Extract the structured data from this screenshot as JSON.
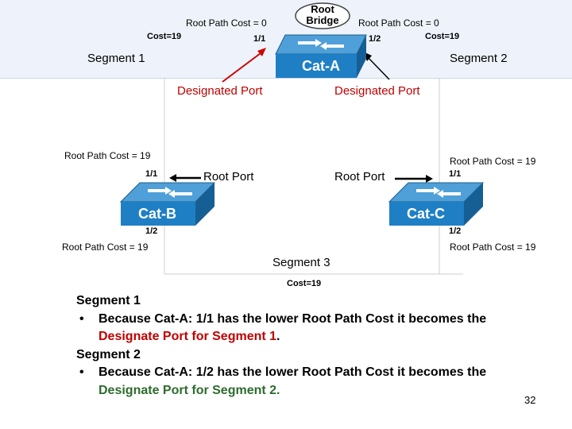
{
  "title_label": "Root Bridge",
  "switches": {
    "a": {
      "name": "Cat-A"
    },
    "b": {
      "name": "Cat-B"
    },
    "c": {
      "name": "Cat-C"
    }
  },
  "costs": {
    "a_left_cost": "Cost=19",
    "a_right_cost": "Cost=19",
    "seg3_cost": "Cost=19"
  },
  "ports": {
    "a_p1": "1/1",
    "a_p2": "1/2",
    "b_p1": "1/1",
    "b_p2": "1/2",
    "c_p1": "1/1",
    "c_p2": "1/2"
  },
  "root_path_costs": {
    "a_left": "Root Path Cost = 0",
    "a_right": "Root Path Cost = 0",
    "b_top": "Root Path Cost = 19",
    "b_bottom": "Root Path Cost = 19",
    "c_top": "Root Path Cost = 19",
    "c_bottom": "Root Path Cost = 19"
  },
  "segments": {
    "seg1": "Segment 1",
    "seg2": "Segment 2",
    "seg3": "Segment 3"
  },
  "port_roles": {
    "designated_left": "Designated Port",
    "designated_right": "Designated Port",
    "root_left": "Root Port",
    "root_right": "Root Port"
  },
  "notes": {
    "seg1_heading": "Segment 1",
    "seg1_bullet": "•",
    "seg1_line1": "Because Cat-A: 1/1 has the lower Root Path Cost it becomes the",
    "seg1_line2": "Designate Port for Segment 1",
    "seg1_line2_end": ".",
    "seg2_heading": "Segment 2",
    "seg2_bullet": "•",
    "seg2_line1": "Because Cat-A: 1/2 has the lower Root Path Cost it becomes the",
    "seg2_line2": "Designate Port for Segment 2."
  },
  "page_number": "32",
  "colors": {
    "switch_blue": "#1f7fc4",
    "designated_red": "#c00000",
    "note_green": "#2e6b2e"
  }
}
